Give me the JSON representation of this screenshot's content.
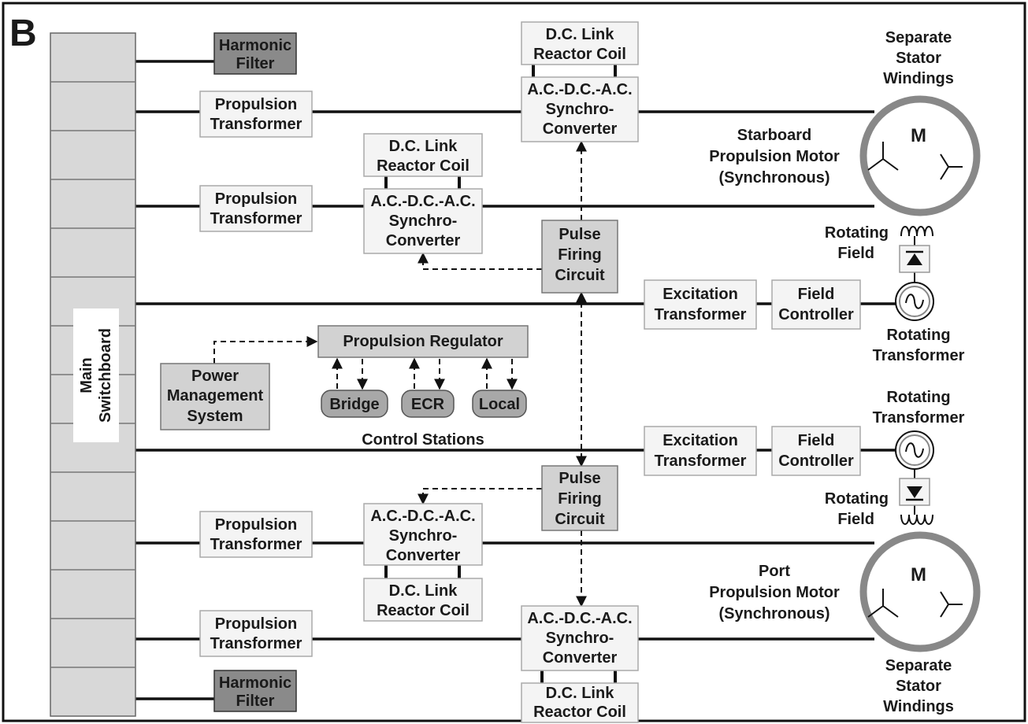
{
  "figure_letter": "B",
  "main_switchboard": [
    "Main",
    "Switchboard"
  ],
  "harmonic_filter": [
    "Harmonic",
    "Filter"
  ],
  "propulsion_transformer": [
    "Propulsion",
    "Transformer"
  ],
  "dc_link_reactor_coil": [
    "D.C. Link",
    "Reactor Coil"
  ],
  "synchro_converter": [
    "A.C.-D.C.-A.C.",
    "Synchro-",
    "Converter"
  ],
  "pulse_firing_circuit": [
    "Pulse",
    "Firing",
    "Circuit"
  ],
  "excitation_transformer": [
    "Excitation",
    "Transformer"
  ],
  "field_controller": [
    "Field",
    "Controller"
  ],
  "rotating_transformer": [
    "Rotating",
    "Transformer"
  ],
  "rotating_field": [
    "Rotating",
    "Field"
  ],
  "separate_stator_windings": [
    "Separate",
    "Stator",
    "Windings"
  ],
  "starboard_motor": [
    "Starboard",
    "Propulsion Motor",
    "(Synchronous)"
  ],
  "port_motor": [
    "Port",
    "Propulsion Motor",
    "(Synchronous)"
  ],
  "motor_symbol": "M",
  "propulsion_regulator": "Propulsion Regulator",
  "power_management_system": [
    "Power",
    "Management",
    "System"
  ],
  "control_stations": {
    "caption": "Control Stations",
    "bridge": "Bridge",
    "ecr": "ECR",
    "local": "Local"
  },
  "colors": {
    "line": "#111111",
    "box_fill_light": "#f4f4f4",
    "box_fill_grey": "#d2d2d2",
    "box_fill_dark": "#8a8a8a",
    "motor_ring": "#888888"
  }
}
